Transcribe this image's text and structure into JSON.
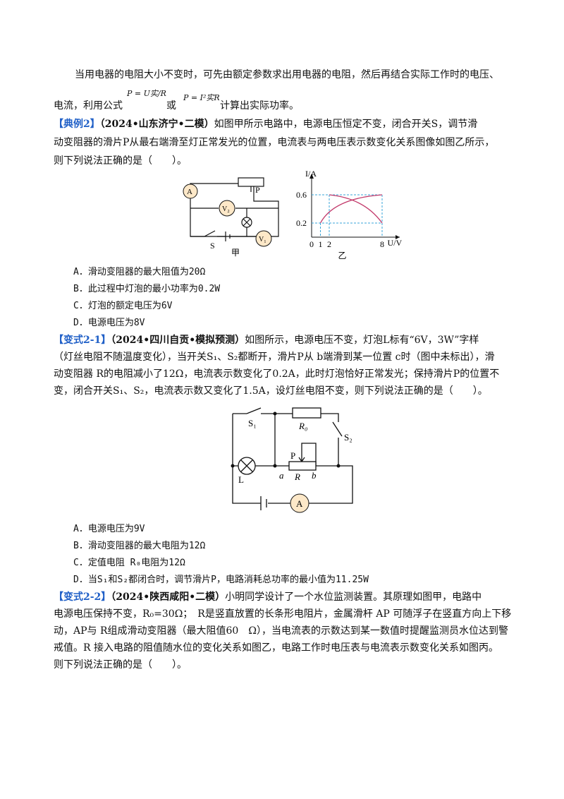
{
  "intro": {
    "l1": "当用电器的电阻大小不变时，可先由额定参数求出用电器的电阻，然后再结合实际工作时的电压、",
    "l2a": "电流，利用公式",
    "f1": "P = U实/R",
    "l2b": "或",
    "f2": "P = I²实R",
    "l2c": "计算出实际功率。"
  },
  "ex2": {
    "tag": "【典例2】",
    "src": "（2024•山东济宁•二模）",
    "l1": "如图甲所示电路中，电源电压恒定不变，闭合开关S，调节滑",
    "l2": "动变阻器的滑片P从最右端滑至灯正常发光的位置，电流表与两电压表示数变化关系图像如图乙所示，",
    "l3": "则下列说法正确的是（　　）。",
    "fig_a": "甲",
    "fig_b": "乙",
    "circuit": {
      "A": "A",
      "V2": "V₂",
      "V1": "V₁",
      "P": "P",
      "S": "S"
    },
    "opts": [
      "A．滑动变阻器的最大阻值为20Ω",
      "B．此过程中灯泡的最小功率为0.2W",
      "C．灯泡的额定电压为6V",
      "D．电源电压为8V"
    ]
  },
  "chart_data": {
    "type": "line",
    "ylabel": "I/A",
    "xlabel": "U/V",
    "xticks": [
      "0",
      "1",
      "2",
      "8"
    ],
    "yticks": [
      "0.2",
      "0.6"
    ],
    "series": [
      {
        "x": [
          1,
          8
        ],
        "y": [
          0.2,
          0.6
        ]
      },
      {
        "x": [
          2,
          8
        ],
        "y": [
          0.2,
          0.6
        ]
      }
    ]
  },
  "v21": {
    "tag": "【变式2-1】",
    "src": "（2024•四川自贡•模拟预测）",
    "l1": "如图所示，电源电压不变，灯泡L标有“6V，3W”字样",
    "l2": "（灯丝电阻不随温度变化），当开关S₁、S₂都断开，滑片P从 b端滑到某一位置 c时（图中未标出），滑",
    "l3": "动变阻器 R的电阻减小了12Ω，电流表示数变化了0.2A，此时灯泡恰好正常发光；保持滑片P的位置不",
    "l4": "变，闭合开关S₁、S₂，电流表示数又变化了1.5A，设灯丝电阻不变，则下列说法正确的是（　　）。",
    "circuit": {
      "S1": "S₁",
      "R0": "R₀",
      "S2": "S₂",
      "P": "P",
      "L": "L",
      "a": "a",
      "R": "R",
      "b": "b",
      "A": "A"
    },
    "opts": [
      "A．电源电压为9V",
      "B．滑动变阻器的最大电阻为12Ω",
      "C．定值电阻 R₀电阻为12Ω",
      "D．当S₁和S₂都闭合时，调节滑片P，电路消耗总功率的最小值为11.25W"
    ]
  },
  "v22": {
    "tag": "【变式2-2】",
    "src": "（2024•陕西咸阳•二模）",
    "l1": "小明同学设计了一个水位监测装置。其原理如图甲，电路中",
    "l2": "电源电压保持不变，R₀=30Ω；　R是竖直放置的长条形电阻片，金属滑杆 AP 可随浮子在竖直方向上下移",
    "l3": "动，AP与 R组成滑动变阻器（最大阻值60　Ω），当电流表的示数达到某一数值时提醒监测员水位达到警",
    "l4": "戒值。R 接入电路的阻值随水位的变化关系如图乙，电路工作时电压表与电流表示数变化关系如图丙。",
    "l5": "则下列说法正确的是（　　）。"
  }
}
